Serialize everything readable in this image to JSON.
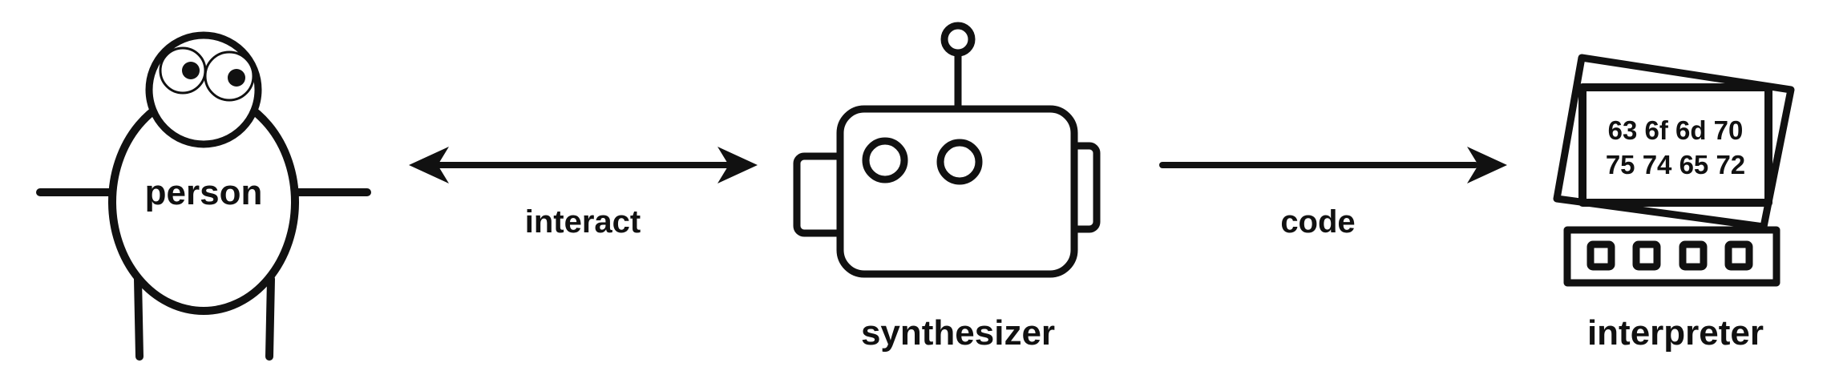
{
  "nodes": {
    "person": {
      "label": "person"
    },
    "synthesizer": {
      "label": "synthesizer"
    },
    "interpreter": {
      "label": "interpreter",
      "screen_lines": [
        "63 6f 6d 70",
        "75 74 65 72"
      ]
    }
  },
  "edges": {
    "interact": {
      "label": "interact",
      "direction": "bidirectional"
    },
    "code": {
      "label": "code",
      "direction": "forward"
    }
  },
  "colors": {
    "ink": "#111111",
    "background": "#ffffff"
  }
}
